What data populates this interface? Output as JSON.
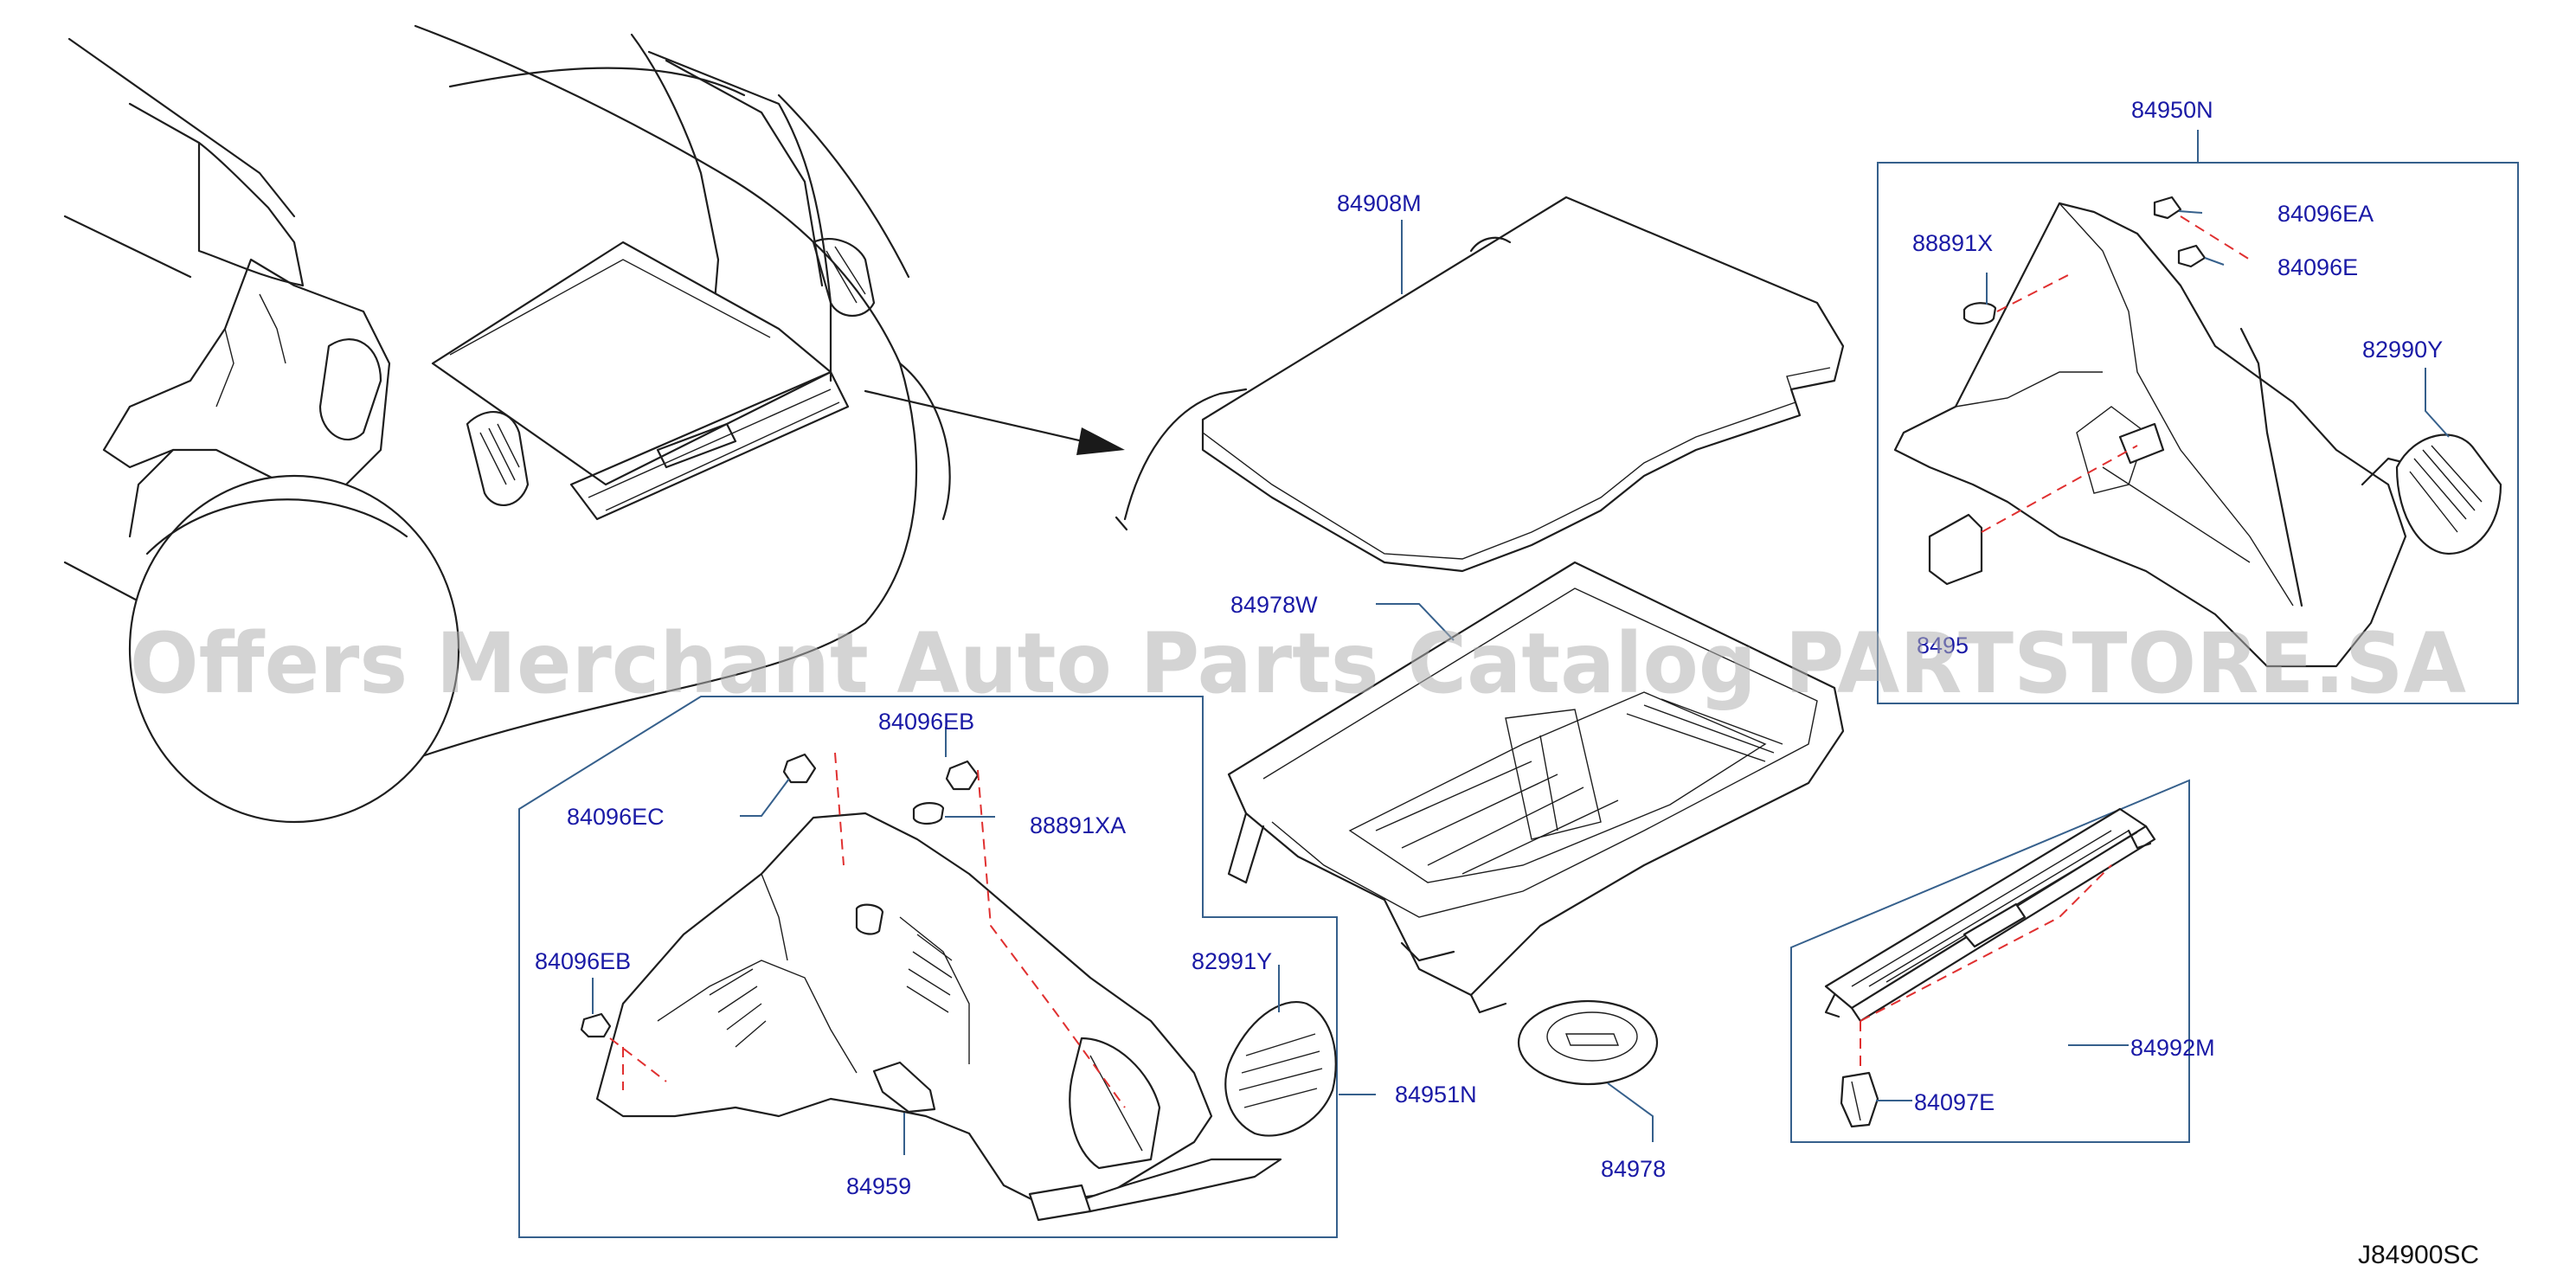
{
  "diagram_code": "J84900SC",
  "watermark": "Offers Merchant Auto Parts Catalog PARTSTORE.SA",
  "colors": {
    "label": "#1a1aa6",
    "leader": "#36608c",
    "dashed_guide": "#e03030",
    "line_art": "#1e1e1e"
  },
  "labels": {
    "p84908M": "84908M",
    "p84950N": "84950N",
    "p84096EA": "84096EA",
    "p84096E": "84096E",
    "p88891X": "88891X",
    "p82990Y": "82990Y",
    "p84951_partial": "8495",
    "p84978W": "84978W",
    "p84096EB_top": "84096EB",
    "p84096EC": "84096EC",
    "p88891XA": "88891XA",
    "p84096EB_left": "84096EB",
    "p82991Y": "82991Y",
    "p84951N": "84951N",
    "p84959": "84959",
    "p84978": "84978",
    "p84992M": "84992M",
    "p84097E": "84097E"
  }
}
